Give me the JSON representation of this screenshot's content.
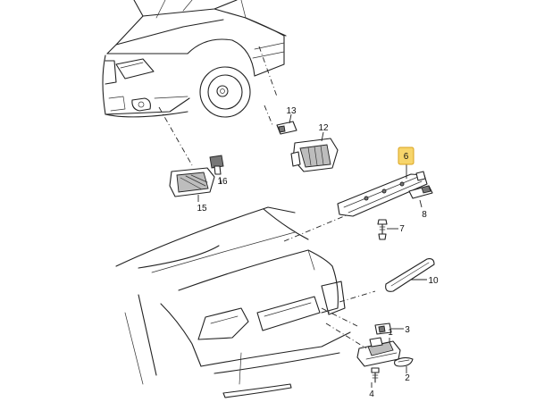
{
  "callouts": {
    "c6": "6",
    "c13": "13",
    "c12": "12",
    "c16": "16",
    "c15": "15",
    "c8": "8",
    "c7": "7",
    "c10": "10",
    "c3": "3",
    "c1": "1",
    "c4": "4",
    "c2": "2"
  },
  "colors": {
    "highlight_fill": "#f7d56b",
    "highlight_border": "#d9a21c",
    "line": "#222222"
  },
  "highlighted_part": "6"
}
